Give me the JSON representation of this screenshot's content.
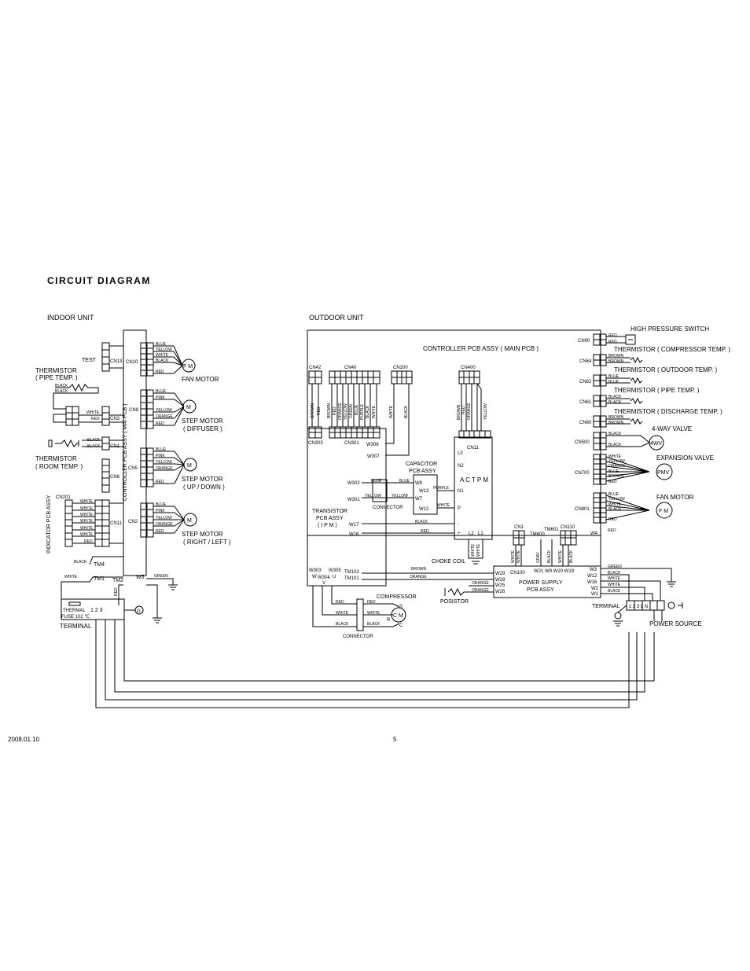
{
  "title": "CIRCUIT DIAGRAM",
  "footer": {
    "date": "2008.01.10",
    "page": "5"
  },
  "indoor": {
    "heading": "INDOOR UNIT",
    "controller_label": "CONTROLLER PCB ASSY ( MAI PCB )",
    "test": "TEST",
    "cn13": "CN13",
    "cn10": "CN10",
    "cn3": "CN3",
    "cn8": "CN8",
    "cn1": "CN1",
    "cn6": "CN6",
    "cn5": "CN5",
    "cn11": "CN11",
    "cn2": "CN2",
    "cn201": "CN201",
    "thermistor_pipe_1": "THERMISTOR",
    "thermistor_pipe_2": "( PIPE TEMP. )",
    "thermistor_room_1": "THERMISTOR",
    "thermistor_room_2": "( ROOM TEMP. )",
    "fan_motor": "FAN MOTOR",
    "fm": "F M",
    "m": "M",
    "step_diffuser_1": "STEP MOTOR",
    "step_diffuser_2": "( DIFFUSER )",
    "step_updown_1": "STEP MOTOR",
    "step_updown_2": "( UP / DOWN )",
    "step_rl_1": "STEP MOTOR",
    "step_rl_2": "( RIGHT / LEFT )",
    "indicator_label": "INDICATOR PCB ASSY",
    "tm4": "TM4",
    "tm1": "TM1",
    "tm2": "TM2",
    "w5": "W5",
    "thermal_fuse_1": "THERMAL",
    "thermal_fuse_2": "FUSE 102 ℃",
    "terminal": "TERMINAL",
    "terminal_nums": "1  2  3",
    "ground_g": "G",
    "cn10_wires": [
      "BLUE",
      "YELLOW",
      "WHITE",
      "BLACK",
      "",
      "RED"
    ],
    "cn8_wires": [
      "BLUE",
      "PINK",
      "YELLOW",
      "ORANGE",
      "RED"
    ],
    "cn5_wires": [
      "BLUE",
      "PINK",
      "YELLOW",
      "ORANGE",
      "RED"
    ],
    "cn2_wires": [
      "BLUE",
      "PINK",
      "YELLOW",
      "ORANGE",
      "RED"
    ],
    "cn3_wires": [
      "WHITE",
      "RED"
    ],
    "thermistor_wires": [
      "BLACK",
      "BLACK"
    ],
    "cn11_wires": [
      "WHITE",
      "WHITE",
      "WHITE",
      "WHITE",
      "WHITE",
      "WHITE",
      "RED"
    ],
    "tm_wires": {
      "black": "BLACK",
      "white": "WHITE",
      "red": "RED",
      "green": "GREEN"
    }
  },
  "outdoor": {
    "heading": "OUTDOOR UNIT",
    "controller_label": "CONTROLLER PCB ASSY ( MAIN PCB )",
    "cn42": "CN42",
    "cn40": "CN40",
    "cn200": "CN200",
    "cn400": "CN400",
    "cn303": "CN303",
    "cn301": "CN301",
    "cn11": "CN11",
    "cn42_wires": [
      "BROWN",
      "RED"
    ],
    "cn40_wires": [
      "BROWN",
      "RED",
      "ORANGE",
      "YELLOW",
      "GREEN",
      "BLUE",
      "PURPLE",
      "BLACK",
      "WHITE"
    ],
    "cn200_wires": [
      "WHITE",
      "BLACK"
    ],
    "cn400_wires": [
      "BROWN",
      "RED",
      "ORANGE",
      "YELLOW"
    ],
    "w306": "W306",
    "w307": "W307",
    "capacitor_1": "CAPACITOR",
    "capacitor_2": "PCB ASSY",
    "w302": "W302",
    "w301": "W301",
    "w8": "W8",
    "w13": "W13",
    "w7": "W7",
    "w12": "W12",
    "blue": "BLUE",
    "yellow": "YELLOW",
    "purple": "PURPLE",
    "white": "WHITE",
    "black": "BLACK",
    "red": "RED",
    "orange": "ORANGE",
    "brown": "BROWN",
    "connector": "CONNECTOR",
    "actpm": "A C T P M",
    "actpm_pins": [
      "L0",
      "N2",
      "L1",
      "N1",
      "P",
      "-",
      "+"
    ],
    "l2": "L2",
    "l1": "L1",
    "transistor_1": "TRANSISTOR",
    "transistor_2": "PCB ASSY",
    "transistor_3": "( I P M )",
    "w17": "W17",
    "w16": "W16",
    "w303": "W303",
    "w305": "W305",
    "w304": "W304",
    "uvw": [
      "W",
      "U",
      "V"
    ],
    "tm102": "TM102",
    "tm101": "TM101",
    "choke": "CHOKE COIL",
    "compressor": "COMPRESSOR",
    "cm": "C M",
    "comp_pins": [
      "S",
      "R",
      "C"
    ],
    "posistor": "POSISTOR",
    "connector_bottom": "CONNECTOR",
    "cn1": "CN1",
    "tm600": "TM600",
    "tm601": "TM601",
    "cn110": "CN110",
    "cn100": "CN100",
    "gray": "GRAY",
    "power_supply_1": "POWER SUPPLY",
    "power_supply_2": "PCB ASSY",
    "ps_left_pins": [
      "W29",
      "W28",
      "W25",
      "W26"
    ],
    "ps_bottom_pins": "W21  W9  W20  W19",
    "ps_right_pins": [
      "W3",
      "W12",
      "W16",
      "W2",
      "W1"
    ],
    "ps_right_wires": [
      "GREEN",
      "BLACK",
      "WHITE",
      "WHITE",
      "BLACK"
    ],
    "w4": "W4",
    "terminal": "TERMINAL",
    "terminal_nums": "1  2  3  L  N",
    "power_source": "POWER SOURCE",
    "hps": "HIGH PRESSURE SWITCH",
    "cn90": "CN90",
    "th_comp": "THERMISTOR ( COMPRESSOR TEMP. )",
    "cn64": "CN64",
    "th_outdoor": "THERMISTOR ( OUTDOOR TEMP. )",
    "cn62": "CN62",
    "th_pipe": "THERMISTOR ( PIPE TEMP. )",
    "cn61": "CN61",
    "th_discharge": "THERMISTOR ( DISCHARGE TEMP. )",
    "cn60": "CN60",
    "way_valve": "4-WAY VALVE",
    "wv": "4WV",
    "cn500": "CN500",
    "expansion_valve": "EXPANSION VALVE",
    "pmv": "PMV",
    "cn700": "CN700",
    "fan_motor": "FAN MOTOR",
    "fm": "F M",
    "cn801": "CN801",
    "cn700_wires": [
      "WHITE",
      "YELLOW",
      "ORANGE",
      "BLUE",
      "BROWN",
      "RED"
    ],
    "cn801_wires": [
      "BLUE",
      "YELLOW",
      "WHITE",
      "BLACK",
      "RED"
    ]
  }
}
